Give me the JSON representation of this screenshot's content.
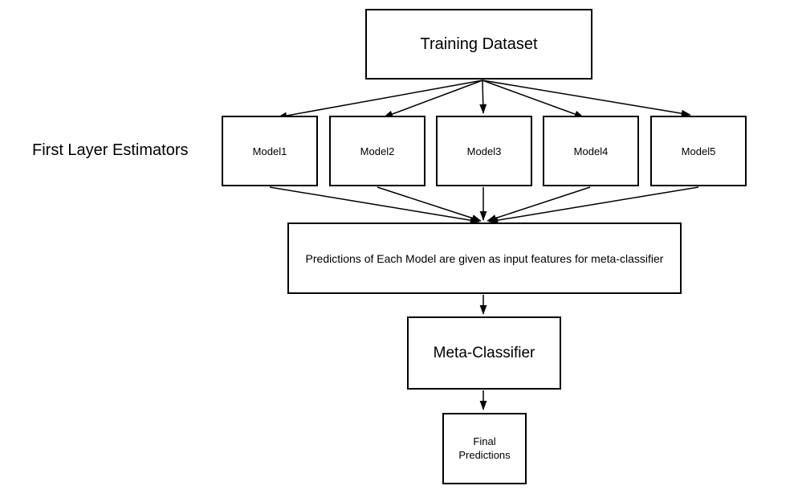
{
  "diagram": {
    "training_dataset": {
      "label": "Training Dataset"
    },
    "first_layer": {
      "label": "First Layer Estimators"
    },
    "models": [
      {
        "label": "Model1"
      },
      {
        "label": "Model2"
      },
      {
        "label": "Model3"
      },
      {
        "label": "Model4"
      },
      {
        "label": "Model5"
      }
    ],
    "predictions": {
      "label": "Predictions of Each Model are given as input features for meta-classifier"
    },
    "meta_classifier": {
      "label": "Meta-Classifier"
    },
    "final_predictions": {
      "label": "Final\nPredictions"
    }
  },
  "colors": {
    "background": "#ffffff",
    "box_border": "#000000",
    "arrow": "#000000",
    "text": "#000000"
  }
}
